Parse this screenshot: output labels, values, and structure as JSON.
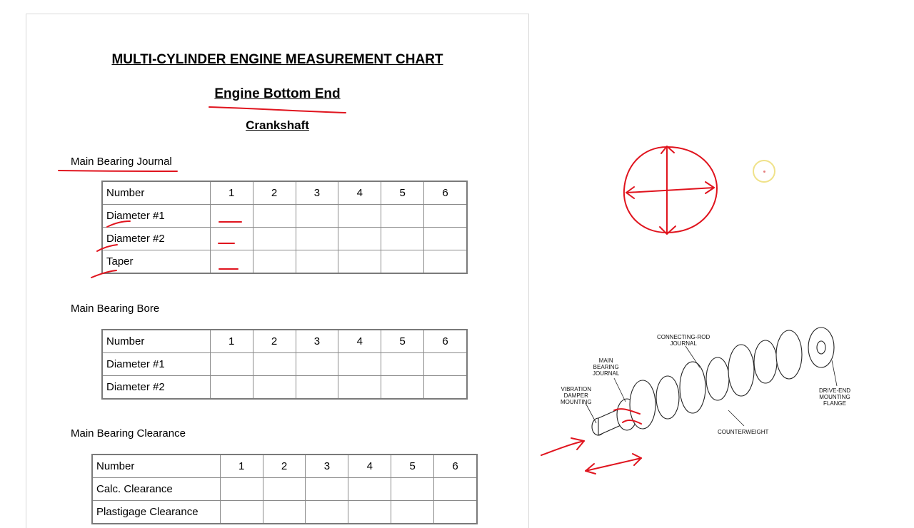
{
  "document": {
    "title": "MULTI-CYLINDER ENGINE MEASUREMENT CHART",
    "subtitle": "Engine Bottom End",
    "section_heading": "Crankshaft"
  },
  "sections": [
    {
      "label": "Main Bearing Journal",
      "table": {
        "header": [
          "Number",
          "1",
          "2",
          "3",
          "4",
          "5",
          "6"
        ],
        "rows": [
          "Diameter #1",
          "Diameter #2",
          "Taper"
        ]
      }
    },
    {
      "label": "Main Bearing Bore",
      "table": {
        "header": [
          "Number",
          "1",
          "2",
          "3",
          "4",
          "5",
          "6"
        ],
        "rows": [
          "Diameter #1",
          "Diameter #2"
        ]
      }
    },
    {
      "label": "Main Bearing Clearance",
      "table": {
        "header": [
          "Number",
          "1",
          "2",
          "3",
          "4",
          "5",
          "6"
        ],
        "rows": [
          "Calc. Clearance",
          "Plastigage Clearance"
        ]
      }
    }
  ],
  "figure": {
    "callouts": {
      "connecting_rod": "CONNECTING-ROD\nJOURNAL",
      "main_bearing": "MAIN\nBEARING\nJOURNAL",
      "vibration_damper": "VIBRATION\nDAMPER\nMOUNTING",
      "drive_end": "DRIVE-END\nMOUNTING\nFLANGE",
      "counterweight": "COUNTERWEIGHT"
    }
  },
  "colors": {
    "annotation_ink": "#e0141e",
    "cursor_ring": "#f0e28a"
  }
}
